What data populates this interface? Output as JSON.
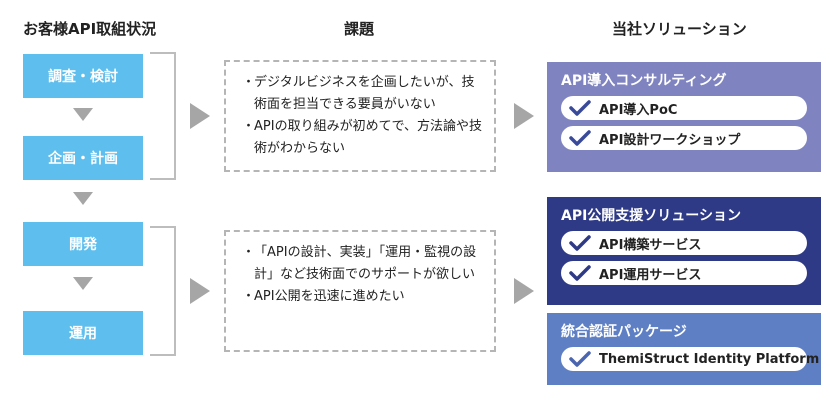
{
  "headers": {
    "customer": "お客様API取組状況",
    "issues": "課題",
    "solutions": "当社ソリューション"
  },
  "steps": [
    "調査・検討",
    "企画・計画",
    "開発",
    "運用"
  ],
  "issues": [
    {
      "items": [
        "デジタルビジネスを企画したいが、技術面を担当できる要員がいない",
        "APIの取り組みが初めてで、方法論や技術がわからない"
      ]
    },
    {
      "items": [
        "「APIの設計、実装」「運用・監視の設計」など技術面でのサポートが欲しい",
        "API公開を迅速に進めたい"
      ]
    }
  ],
  "solutions": [
    {
      "title": "API導入コンサルティング",
      "color": "#7f84c1",
      "items": [
        "API導入PoC",
        "API設計ワークショップ"
      ]
    },
    {
      "title": "API公開支援ソリューション",
      "color": "#2e3a86",
      "items": [
        "API構築サービス",
        "API運用サービス"
      ]
    },
    {
      "title": "統合認証パッケージ",
      "color": "#5e7fc4",
      "items": [
        "ThemiStruct Identity Platform"
      ]
    }
  ],
  "colors": {
    "step": "#5ebeed",
    "arrow": "#a6a6a6",
    "check": "#3a4a9a"
  }
}
